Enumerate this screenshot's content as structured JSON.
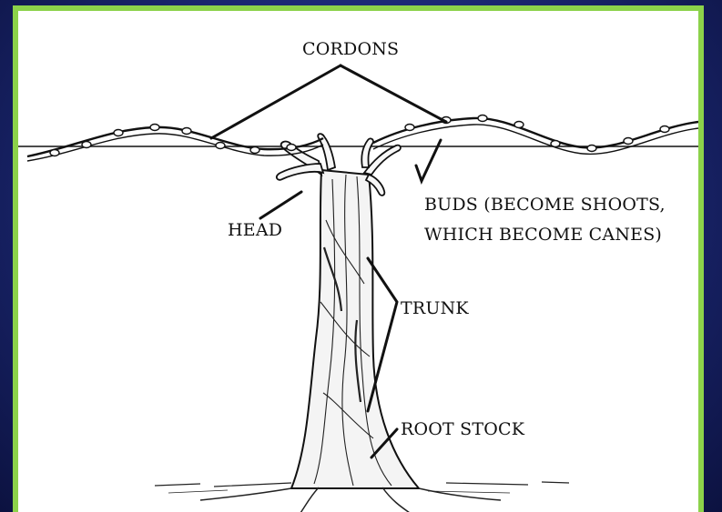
{
  "diagram": {
    "labels": {
      "cordons": "CORDONS",
      "buds_line1": "BUDS (BECOME SHOOTS,",
      "buds_line2": "WHICH BECOME CANES)",
      "head": "HEAD",
      "trunk": "TRUNK",
      "root_stock": "ROOT STOCK"
    },
    "colors": {
      "frame": "#8cd24a",
      "ink": "#111111"
    }
  }
}
